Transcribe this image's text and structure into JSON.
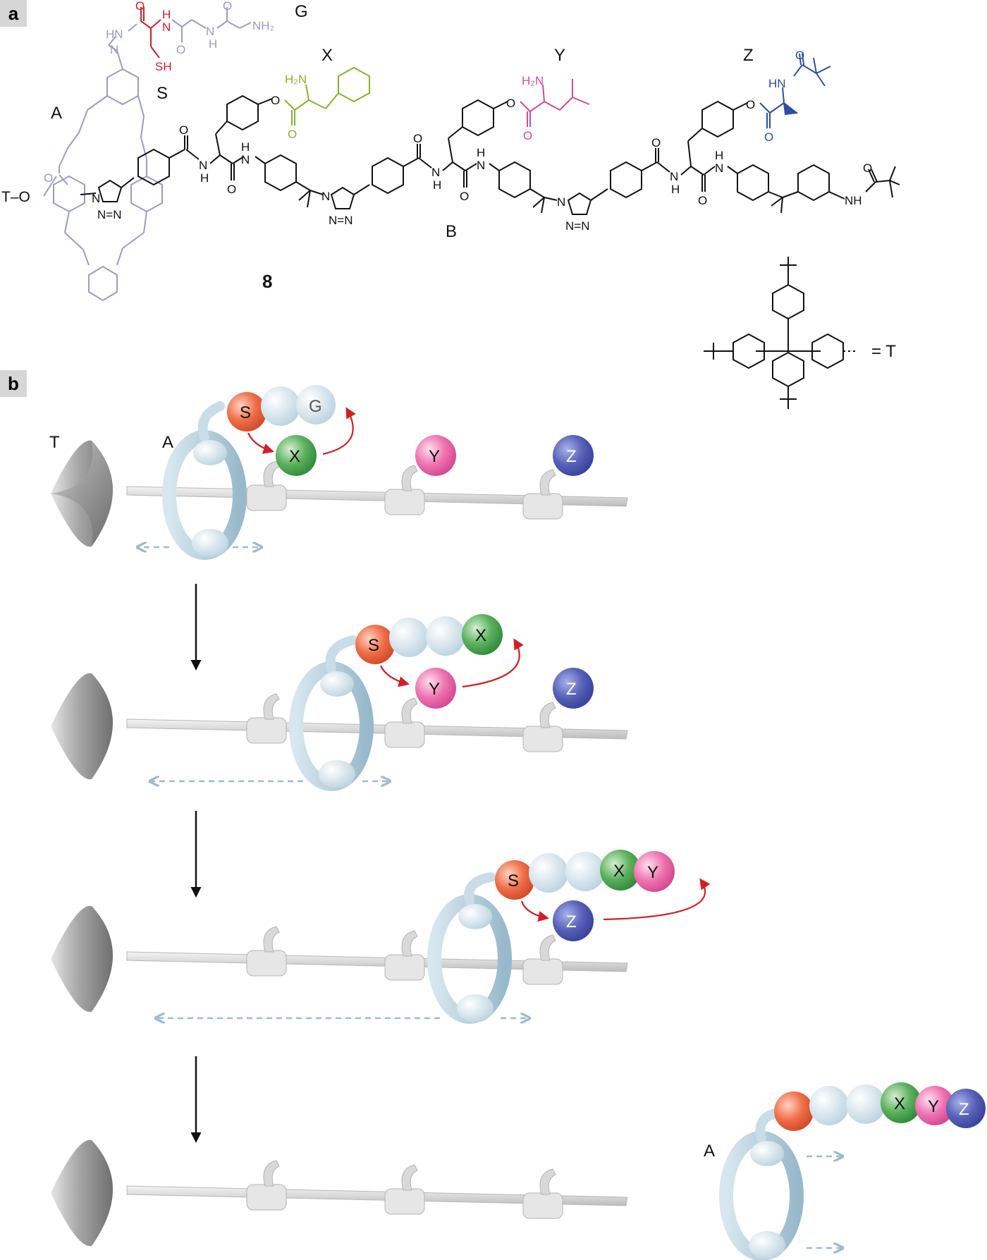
{
  "panels": {
    "a": "a",
    "b": "b"
  },
  "labels": {
    "G": "G",
    "S": "S",
    "A": "A",
    "X": "X",
    "Y": "Y",
    "Z": "Z",
    "B": "B",
    "T": "T",
    "compound": "8",
    "stopper_eq": "= T"
  },
  "atoms": {
    "HN": "HN",
    "N": "N",
    "NH": "NH",
    "NH2": "NH₂",
    "H2N": "H₂N",
    "O": "O",
    "H": "H",
    "SH": "SH",
    "TO": "T–O",
    "NNN": "N=N"
  },
  "colors": {
    "S": "#e8603d",
    "G": "#cfe0ea",
    "X": "#3f9a45",
    "Y": "#e45a9e",
    "Z": "#4b55a8",
    "ring": "#a9c6d6",
    "axle": "#d4d4d4",
    "stopper": "#8f8f8f",
    "arrow_red": "#d11f25",
    "arrow_blue": "#9dbccd",
    "chem_ring": "#9b9bc7",
    "chem_S": "#d0202a",
    "chem_X": "#82b52b",
    "chem_Y": "#d54b91",
    "chem_Z": "#2e4f9f"
  }
}
